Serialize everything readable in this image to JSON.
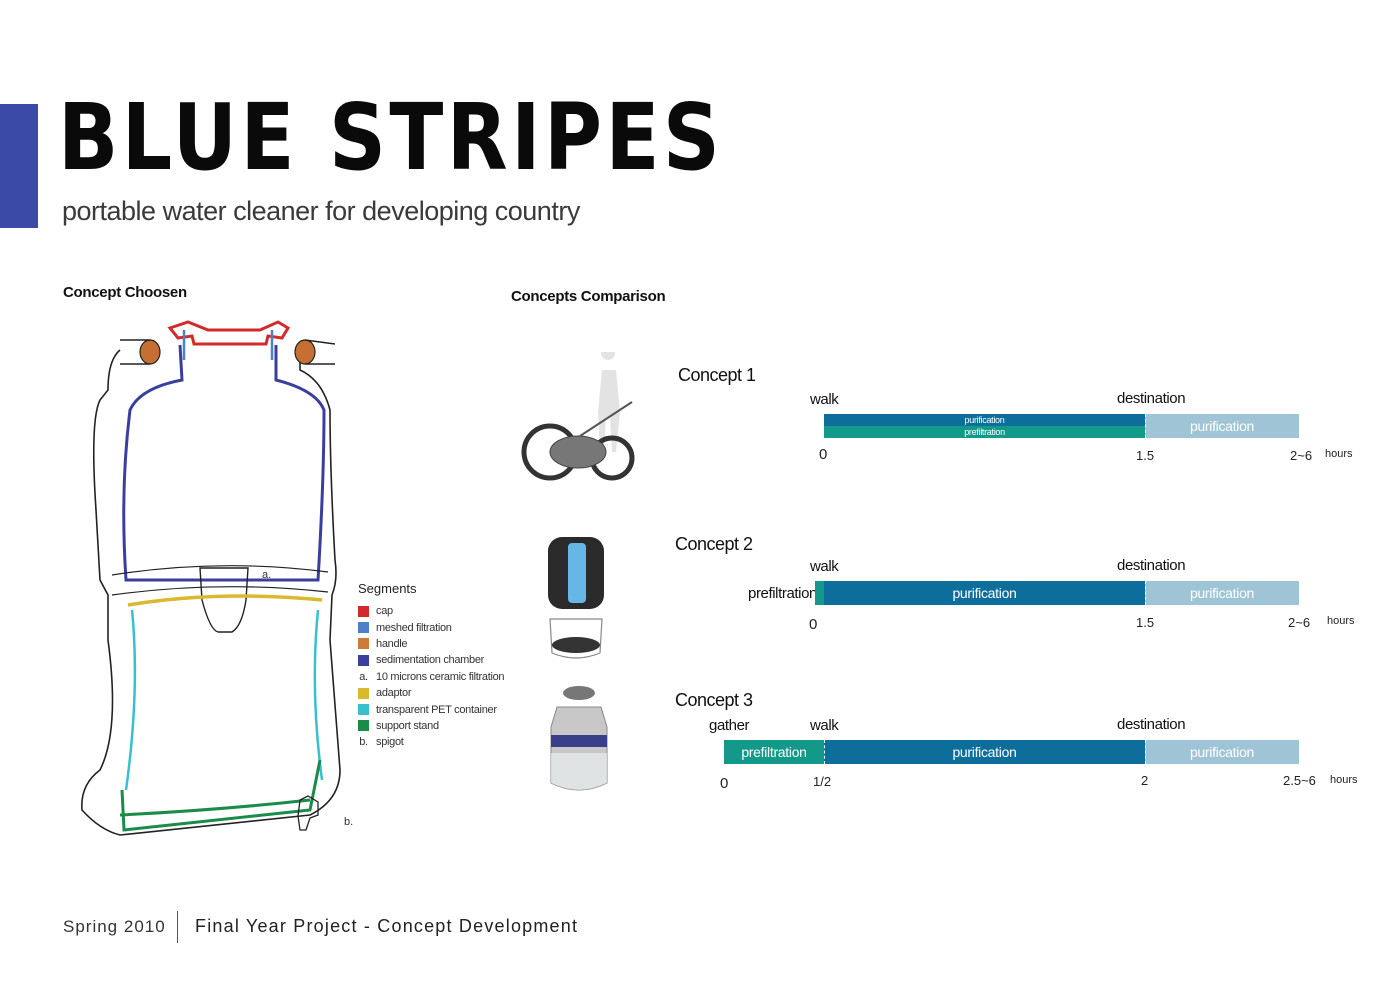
{
  "header": {
    "title": "BLUE STRIPES",
    "subtitle": "portable water cleaner for developing country",
    "accent_color": "#3a4aa6"
  },
  "sections": {
    "concept_chosen": "Concept Choosen",
    "concepts_comparison": "Concepts Comparison"
  },
  "diagram_callouts": {
    "a": "a.",
    "b": "b."
  },
  "legend": {
    "title": "Segments",
    "items": [
      {
        "marker": "swatch",
        "color": "#d22a2a",
        "label": "cap"
      },
      {
        "marker": "swatch",
        "color": "#4f7fc9",
        "label": "meshed filtration"
      },
      {
        "marker": "swatch",
        "color": "#d07a38",
        "label": "handle"
      },
      {
        "marker": "swatch",
        "color": "#3a3f9e",
        "label": "sedimentation chamber"
      },
      {
        "marker": "letter",
        "letter": "a.",
        "label": "10 microns ceramic filtration"
      },
      {
        "marker": "swatch",
        "color": "#d9b92e",
        "label": "adaptor"
      },
      {
        "marker": "swatch",
        "color": "#39c0cf",
        "label": "transparent PET container"
      },
      {
        "marker": "swatch",
        "color": "#1a8c4a",
        "label": "support stand"
      },
      {
        "marker": "letter",
        "letter": "b.",
        "label": "spigot"
      }
    ]
  },
  "colors": {
    "prefiltration": "#12998a",
    "purification": "#0d6e9c",
    "post_purification": "#9fc4d6"
  },
  "concepts": [
    {
      "title": "Concept 1",
      "labels": {
        "walk": "walk",
        "destination": "destination"
      },
      "segments": {
        "split_top": "purification",
        "split_bottom": "prefiltration",
        "post": "purification"
      },
      "ticks": {
        "start": "0",
        "mid": "1.5",
        "end": "2~6",
        "unit": "hours"
      }
    },
    {
      "title": "Concept 2",
      "labels": {
        "walk": "walk",
        "destination": "destination",
        "pre": "prefiltration"
      },
      "segments": {
        "main": "purification",
        "post": "purification"
      },
      "ticks": {
        "start": "0",
        "mid": "1.5",
        "end": "2~6",
        "unit": "hours"
      }
    },
    {
      "title": "Concept 3",
      "labels": {
        "gather": "gather",
        "walk": "walk",
        "destination": "destination"
      },
      "segments": {
        "pre": "prefiltration",
        "main": "purification",
        "post": "purification"
      },
      "ticks": {
        "start": "0",
        "half": "1/2",
        "mid": "2",
        "end": "2.5~6",
        "unit": "hours"
      }
    }
  ],
  "footer": {
    "season": "Spring 2010",
    "project": "Final Year Project - Concept Development"
  }
}
